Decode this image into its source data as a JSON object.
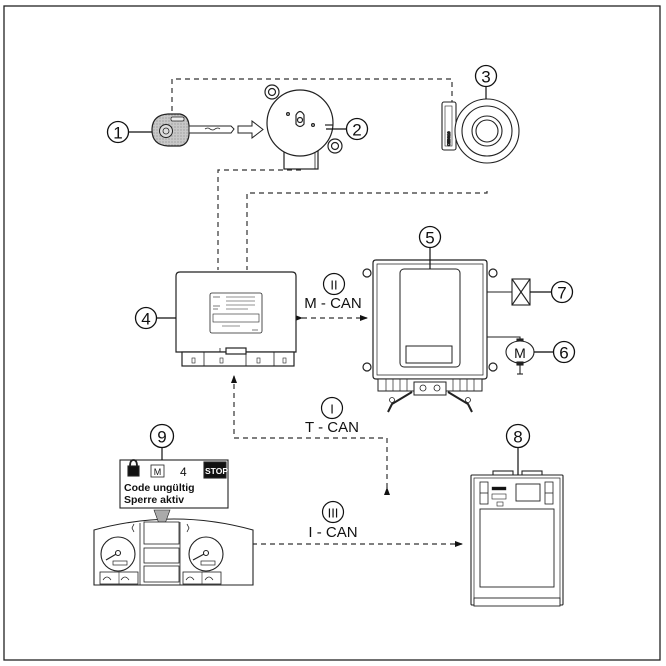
{
  "diagram": {
    "callouts": [
      "1",
      "2",
      "3",
      "4",
      "5",
      "6",
      "7",
      "8",
      "9"
    ],
    "bus_numbers": [
      "II",
      "I",
      "III"
    ],
    "bus_labels": {
      "m_can": "M - CAN",
      "t_can": "T - CAN",
      "i_can": "I - CAN"
    },
    "motor_label": "M",
    "display": {
      "gear_box": "M",
      "gear_value": "4",
      "stop_text": "STOP",
      "line1": "Code ungültig",
      "line2": "Sperre aktiv"
    },
    "colors": {
      "line": "#111111",
      "dashed": "#333333",
      "key_fill": "#bdbdbd",
      "frame": "#222222"
    }
  }
}
